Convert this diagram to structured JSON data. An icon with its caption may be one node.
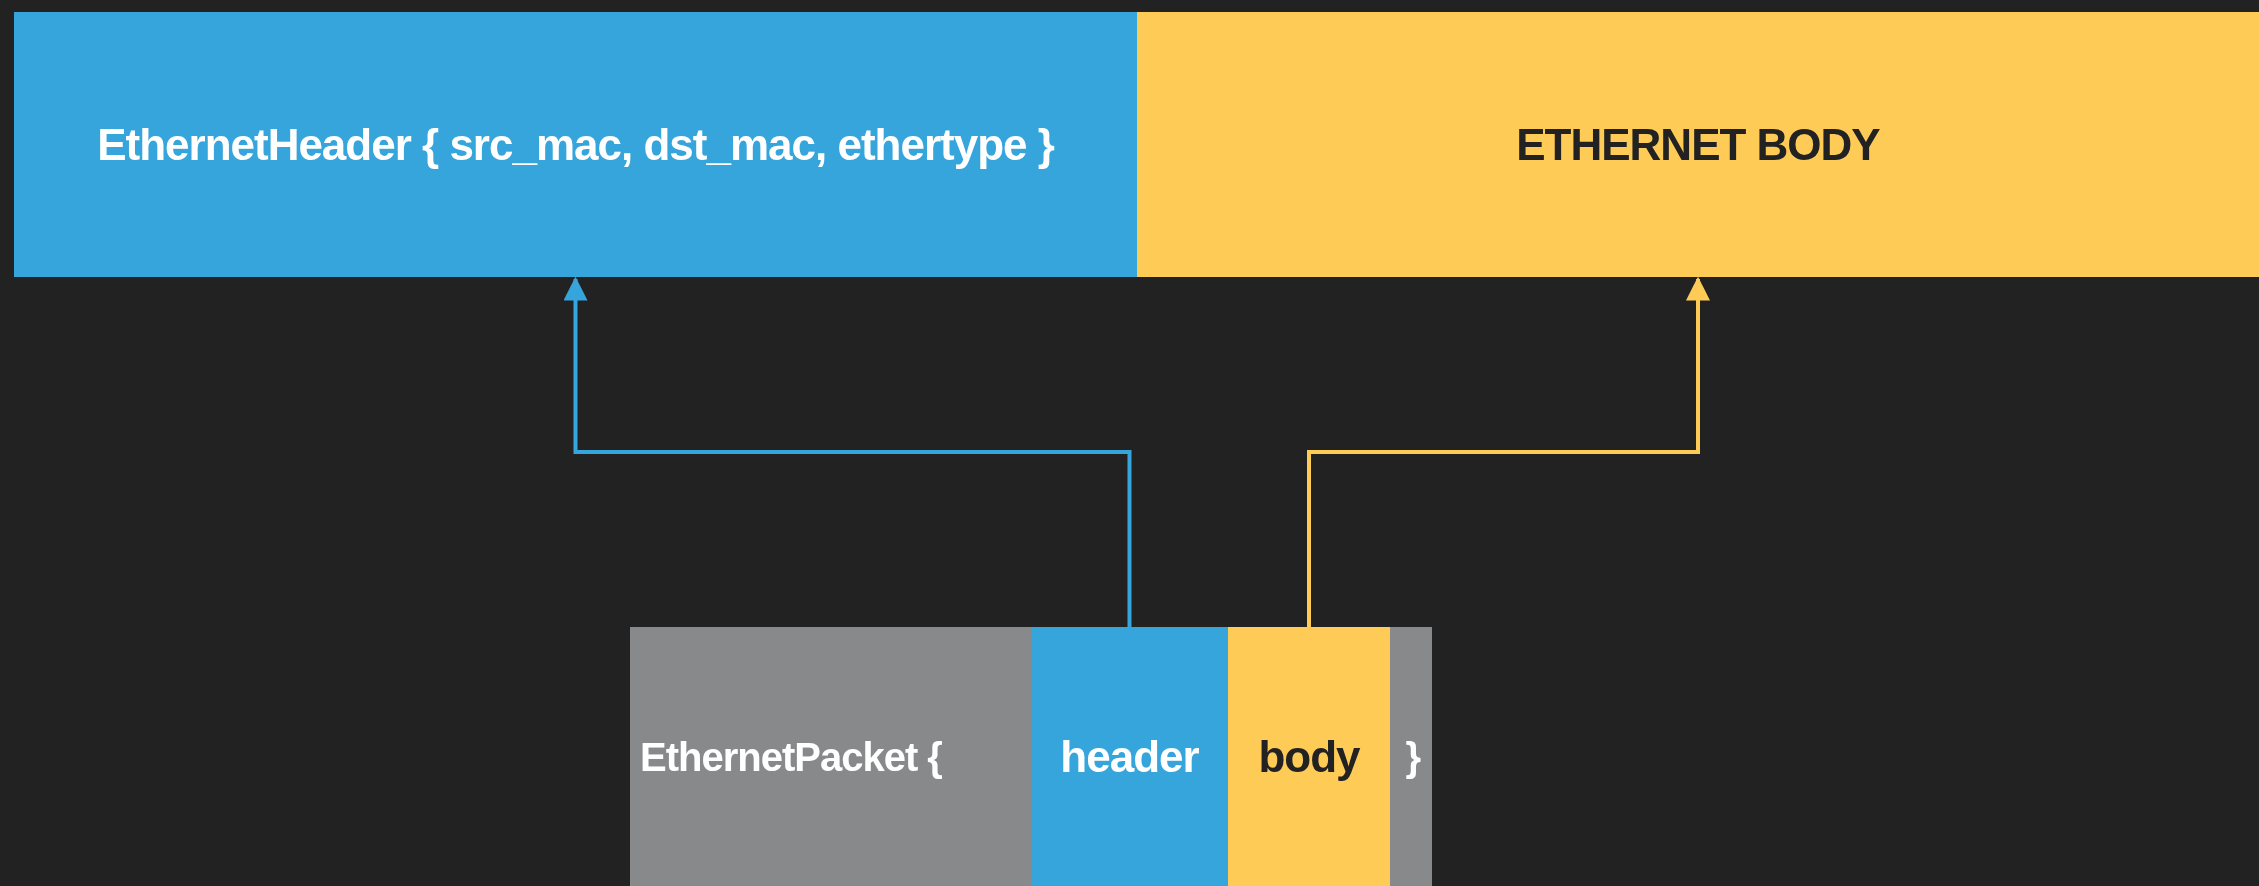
{
  "diagram": {
    "nodes": [
      {
        "text": [
          "EthernetHeader { src_mac, dst_mac, ethertype }"
        ]
      },
      {
        "text": [
          "ETHERNET BODY"
        ]
      },
      {
        "text": [
          "EthernetPacket {",
          "}"
        ]
      },
      {
        "text": [
          "header"
        ],
        "in": 2
      },
      {
        "text": [
          "body"
        ],
        "in": 2
      }
    ],
    "edges": [
      {
        "from": 3,
        "to": 0,
        "arrow": "to",
        "color": "#35a5db"
      },
      {
        "from": 4,
        "to": 1,
        "arrow": "to",
        "color": "#fecb57"
      }
    ]
  }
}
